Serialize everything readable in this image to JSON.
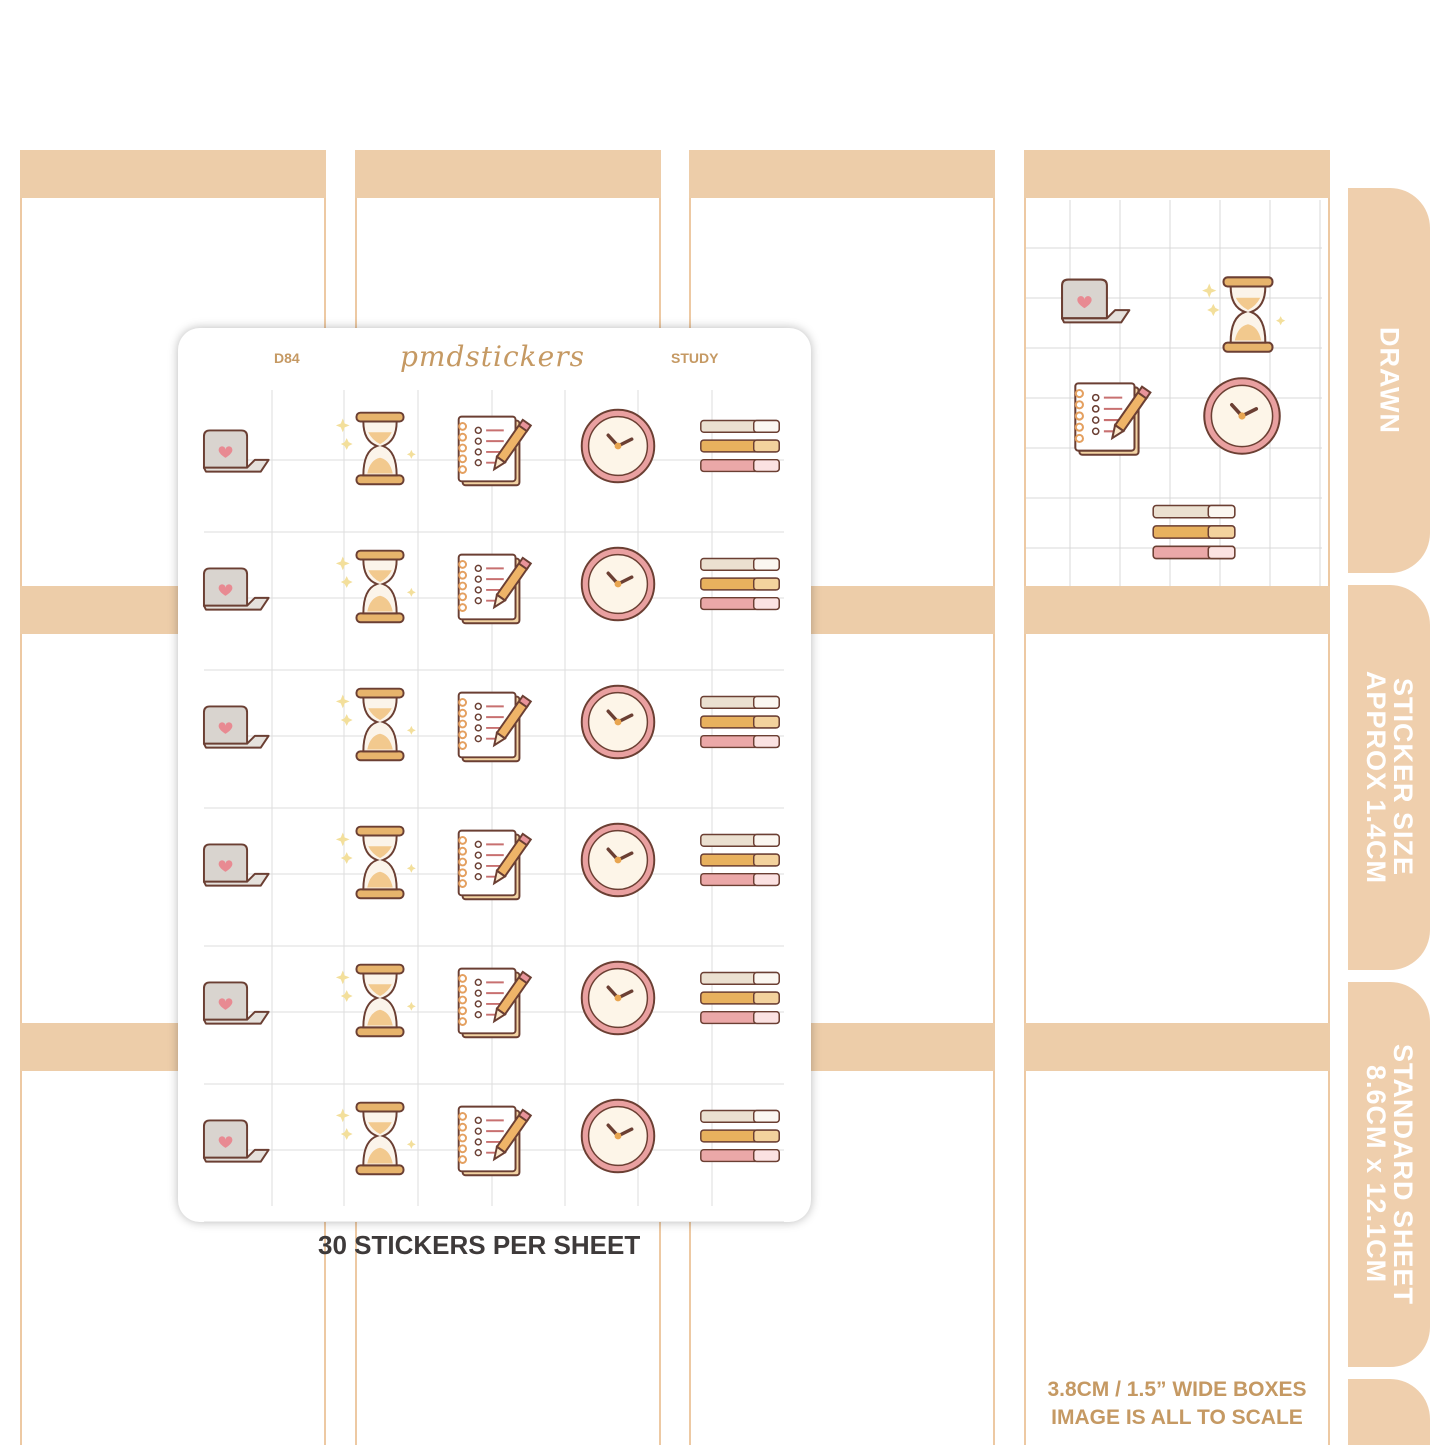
{
  "sheet": {
    "code": "D84",
    "brand": "pmdstickers",
    "theme": "STUDY",
    "per_sheet_label": "30 STICKERS PER SHEET",
    "rows": 6,
    "icons": [
      "laptop-icon",
      "hourglass-icon",
      "notebook-pencil-icon",
      "clock-icon",
      "books-icon"
    ]
  },
  "tabs": [
    {
      "label": "DRAWN"
    },
    {
      "label": "STICKER SIZE\nAPPROX 1.4CM"
    },
    {
      "label": "STANDARD SHEET\n8.6CM x 12.1CM"
    }
  ],
  "footer": {
    "line1": "3.8CM / 1.5” WIDE BOXES",
    "line2": "IMAGE IS ALL TO SCALE"
  },
  "colors": {
    "band": "#edcda9",
    "border": "#edc9a3",
    "accent_text": "#c59963",
    "laptop": "#d9d4cf",
    "hourglass": "#e7b46c",
    "clock_ring": "#e9a0a0",
    "book_pink": "#eba8a8",
    "outline": "#6b3f33"
  }
}
